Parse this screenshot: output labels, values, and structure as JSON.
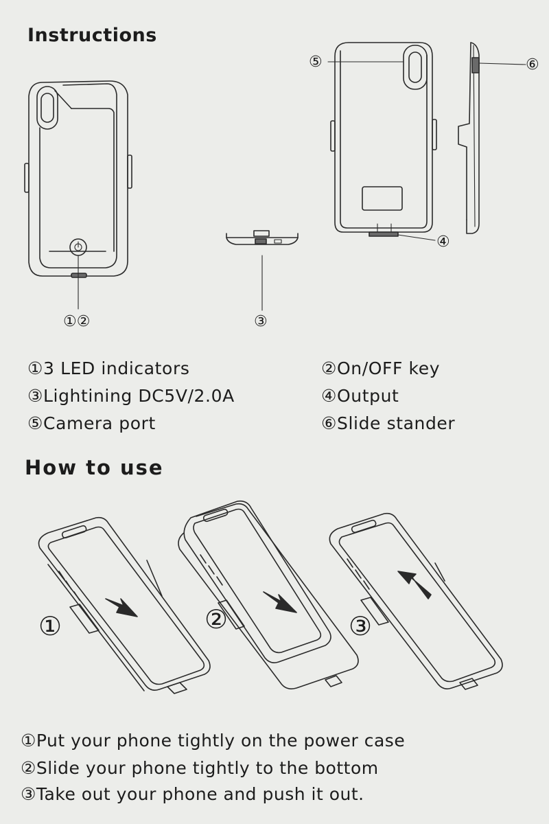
{
  "instructions": {
    "title": "Instructions",
    "callouts": {
      "c12": "①②",
      "c3": "③",
      "c4": "④",
      "c5": "⑤",
      "c6": "⑥"
    },
    "parts": [
      {
        "num": "①",
        "text": "3 LED indicators"
      },
      {
        "num": "②",
        "text": "On/OFF key"
      },
      {
        "num": "③",
        "text": "Lightining DC5V/2.0A"
      },
      {
        "num": "④",
        "text": "Output"
      },
      {
        "num": "⑤",
        "text": "Camera port"
      },
      {
        "num": "⑥",
        "text": "Slide stander"
      }
    ]
  },
  "how_to_use": {
    "title": "How to use",
    "step_markers": [
      "①",
      "②",
      "③"
    ],
    "steps": [
      {
        "num": "①",
        "text": "Put your phone tightly on the power case"
      },
      {
        "num": "②",
        "text": "Slide your phone tightly to the bottom"
      },
      {
        "num": "③",
        "text": "Take out your phone and push it out."
      }
    ]
  }
}
